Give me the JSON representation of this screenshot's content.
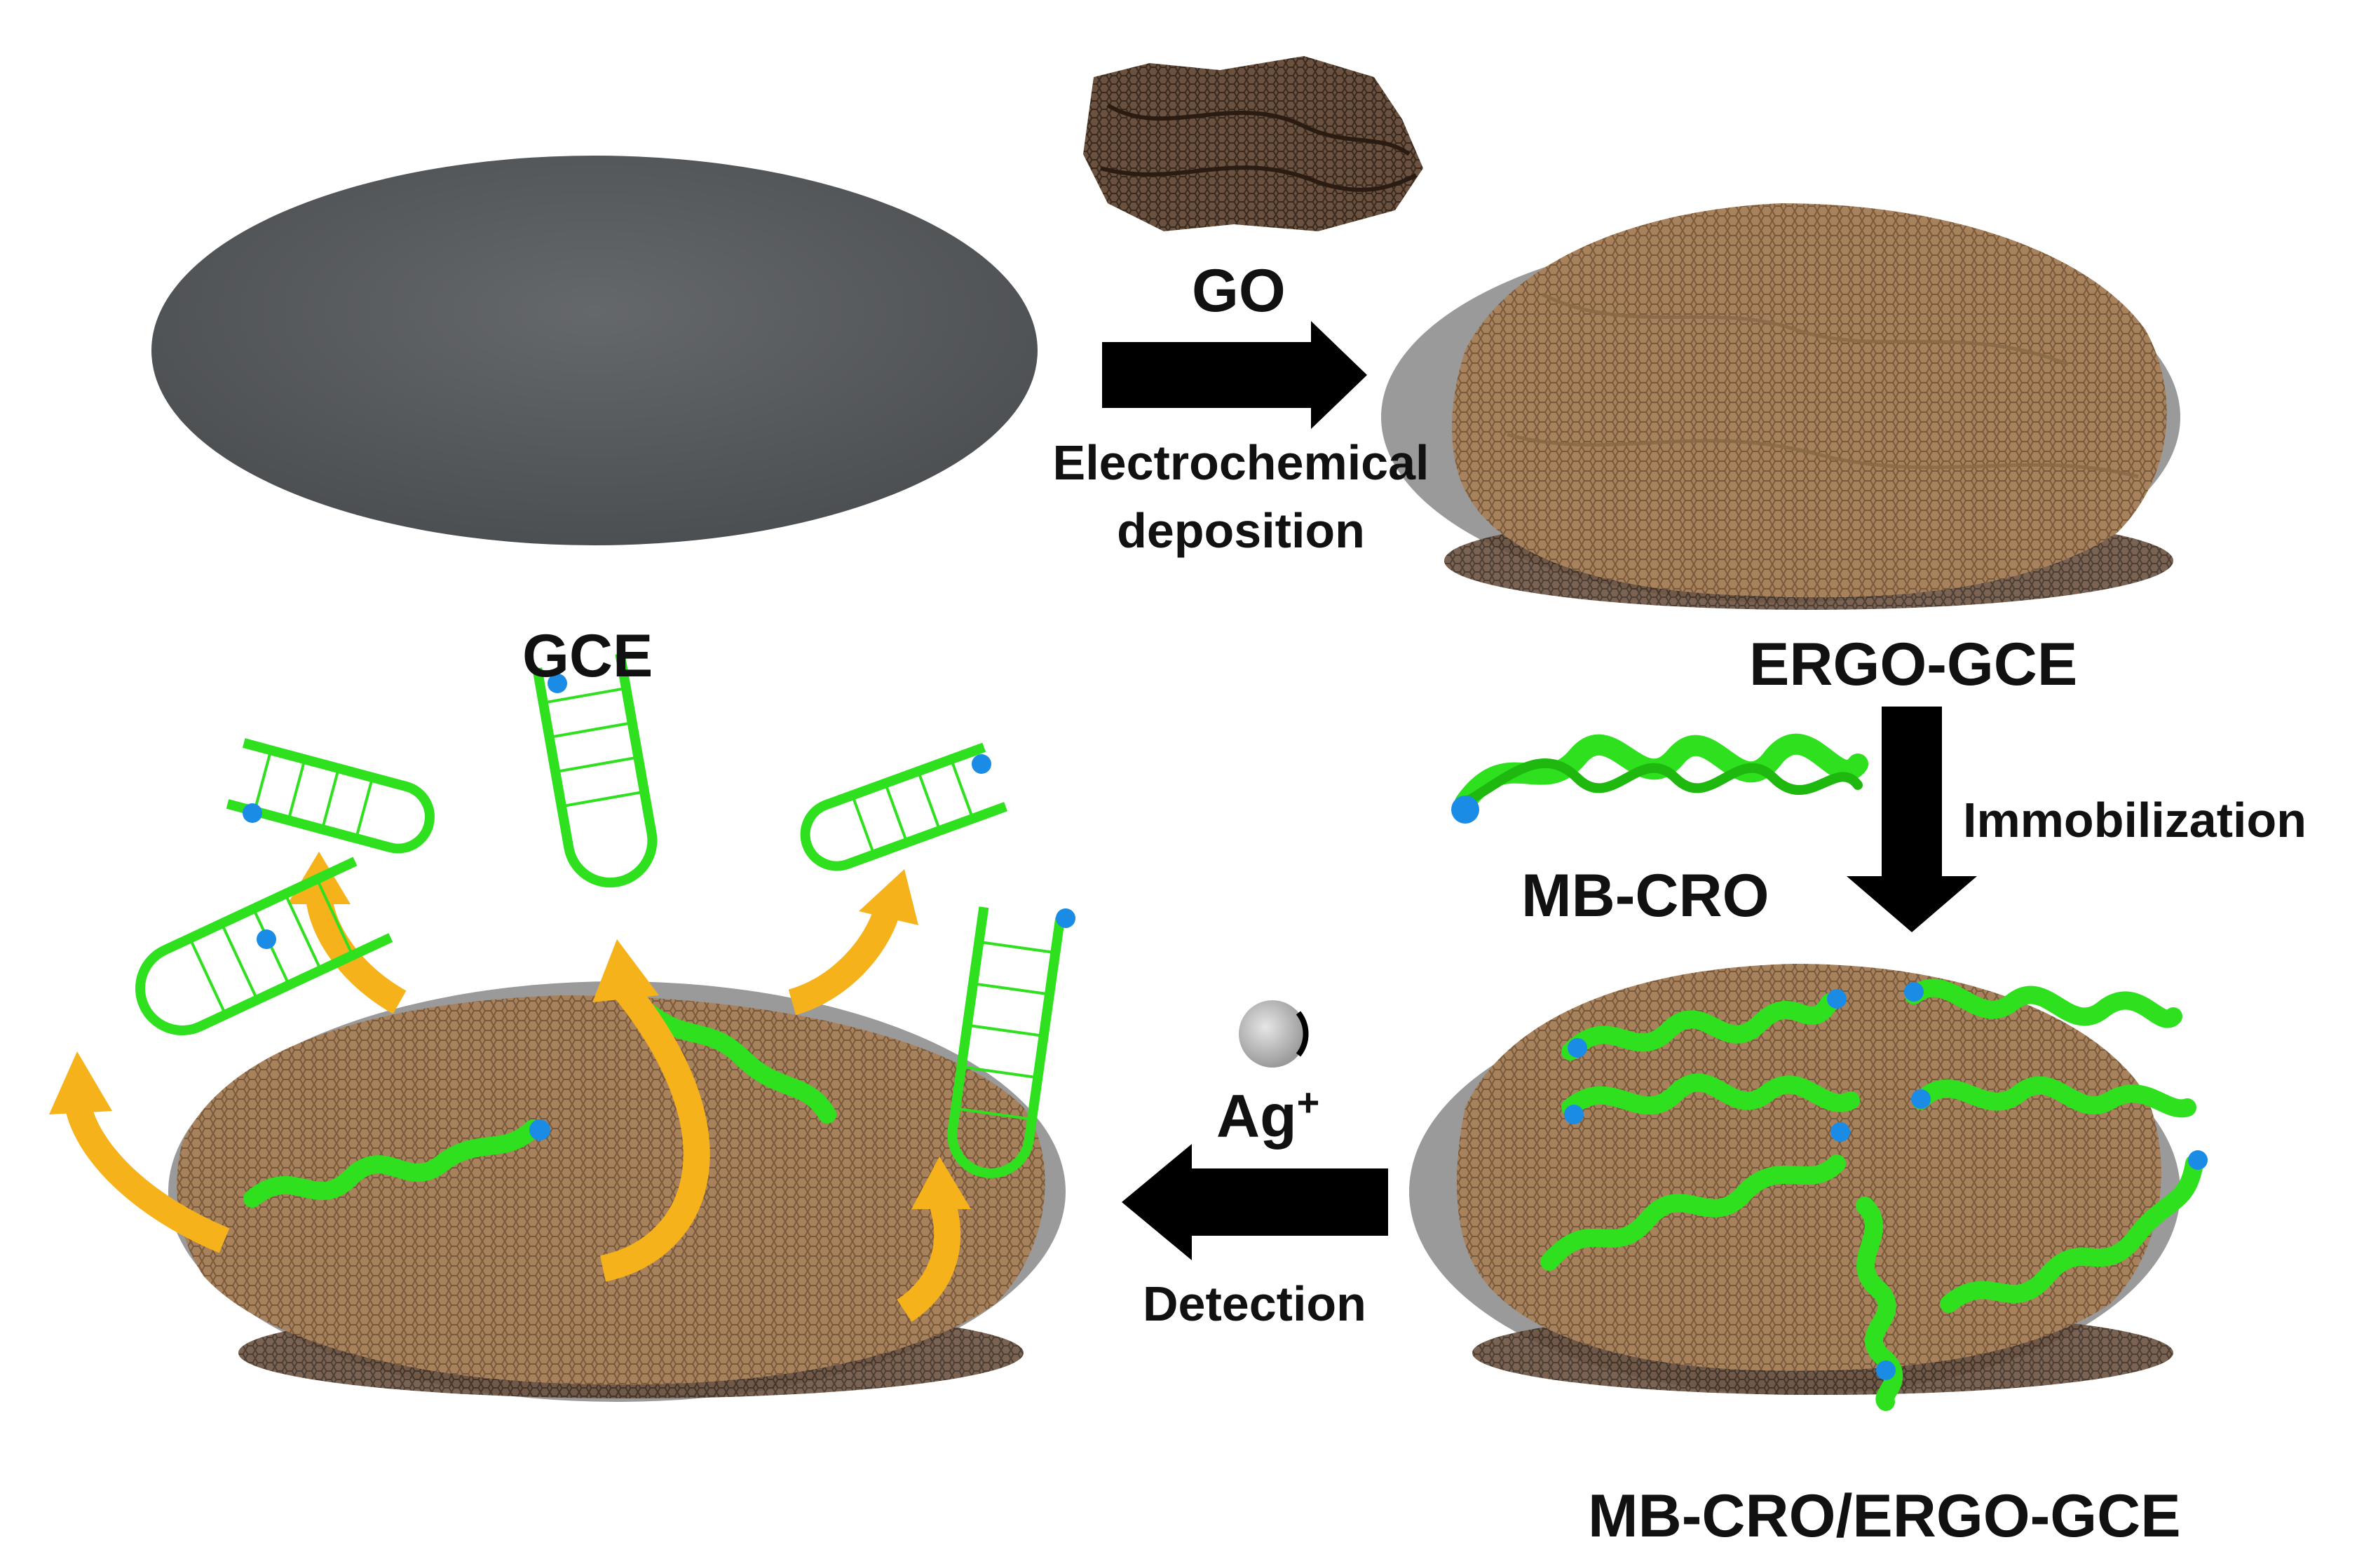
{
  "labels": {
    "gce": "GCE",
    "go": "GO",
    "electrochemical": "Electrochemical",
    "deposition": "deposition",
    "ergo_gce": "ERGO-GCE",
    "immobilization": "Immobilization",
    "mb_cro": "MB-CRO",
    "ag_symbol": "Ag",
    "ag_charge": "+",
    "detection": "Detection",
    "mb_cro_ergo_gce": "MB-CRO/ERGO-GCE"
  },
  "colors": {
    "gce_surface": "#5a5d60",
    "graphene": "#a8825c",
    "graphene_dark": "#4e3a2a",
    "dna_green": "#2ee01e",
    "methylene_blue": "#1a8ce6",
    "release_arrow": "#f6b21b",
    "process_arrow": "#000000",
    "silver_ion": "#b5b5b5"
  },
  "icons": [
    "graphene-oxide-sheet-icon",
    "dna-strand-icon",
    "silver-ion-icon",
    "hairpin-dna-icon"
  ]
}
